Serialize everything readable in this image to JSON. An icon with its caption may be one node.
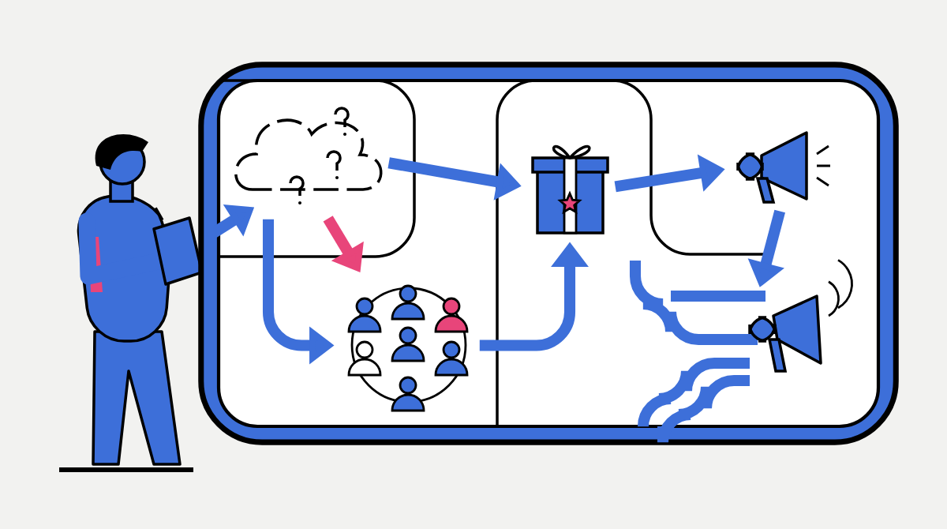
{
  "diagram": {
    "nodes": [
      {
        "text": [],
        "shape": "person"
      },
      {
        "text": [],
        "shape": "box"
      },
      {
        "text": [],
        "shape": "cloud",
        "in": 1
      },
      {
        "text": [],
        "shape": "picture",
        "in": 1
      },
      {
        "text": [],
        "shape": "picture",
        "in": 1
      },
      {
        "text": [],
        "shape": "picture",
        "in": 1
      },
      {
        "text": [],
        "shape": "picture",
        "in": 1
      }
    ],
    "edges": [
      {
        "from": 0,
        "to": 2,
        "arrow": "to"
      },
      {
        "from": 2,
        "to": 3,
        "arrow": "to",
        "color": "#e8457a"
      },
      {
        "from": 2,
        "to": 3,
        "arrow": "to"
      },
      {
        "from": 2,
        "to": 4,
        "arrow": "to"
      },
      {
        "from": 3,
        "to": 4,
        "arrow": "to"
      },
      {
        "from": 4,
        "to": 5,
        "arrow": "to"
      },
      {
        "from": 5,
        "to": 6,
        "arrow": "to"
      }
    ]
  }
}
